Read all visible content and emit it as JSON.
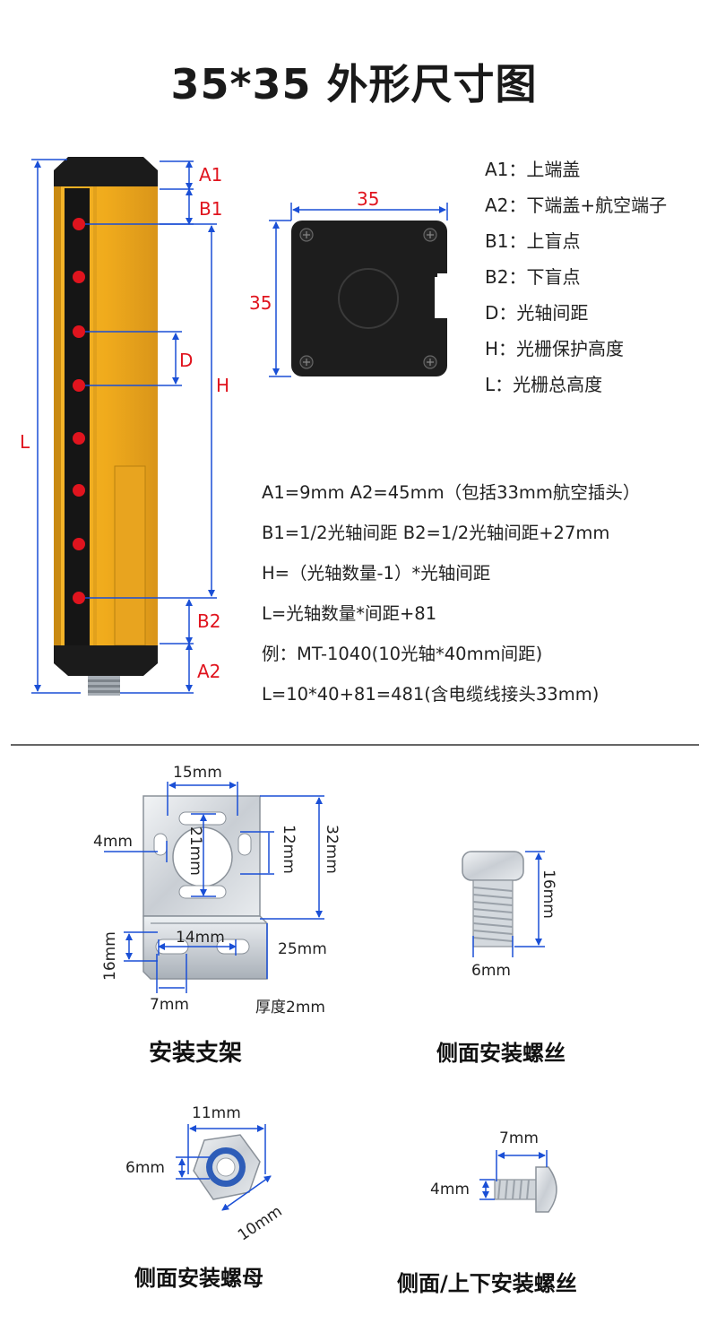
{
  "title": "35*35 外形尺寸图",
  "main_dims": {
    "A1": "A1",
    "B1": "B1",
    "D": "D",
    "H": "H",
    "L": "L",
    "B2": "B2",
    "A2": "A2",
    "side": "35",
    "top": "35"
  },
  "legend": [
    "A1：上端盖",
    "A2：下端盖+航空端子",
    "B1：上盲点",
    "B2：下盲点",
    "D：光轴间距",
    "H：光栅保护高度",
    "L：光栅总高度"
  ],
  "formulas": [
    "A1=9mm  A2=45mm（包括33mm航空插头）",
    "B1=1/2光轴间距 B2=1/2光轴间距+27mm",
    "H=（光轴数量-1）*光轴间距",
    "L=光轴数量*间距+81",
    "例：MT-1040(10光轴*40mm间距)",
    "L=10*40+81=481(含电缆线接头33mm)"
  ],
  "bracket": {
    "w15": "15mm",
    "w4": "4mm",
    "h21": "21mm",
    "h12": "12mm",
    "h32": "32mm",
    "w14": "14mm",
    "h16": "16mm",
    "h25": "25mm",
    "w7": "7mm",
    "thickness": "厚度2mm",
    "caption": "安装支架"
  },
  "bolt": {
    "h16": "16mm",
    "w6": "6mm",
    "caption": "侧面安装螺丝"
  },
  "nut": {
    "w11": "11mm",
    "w6": "6mm",
    "w10": "10mm",
    "caption": "侧面安装螺母"
  },
  "screw": {
    "w7": "7mm",
    "h4": "4mm",
    "caption": "侧面/上下安装螺丝"
  },
  "colors": {
    "accent_red": "#e0141e",
    "dim_blue": "#1a4fd6",
    "housing_yellow": "#f0ad1e"
  }
}
